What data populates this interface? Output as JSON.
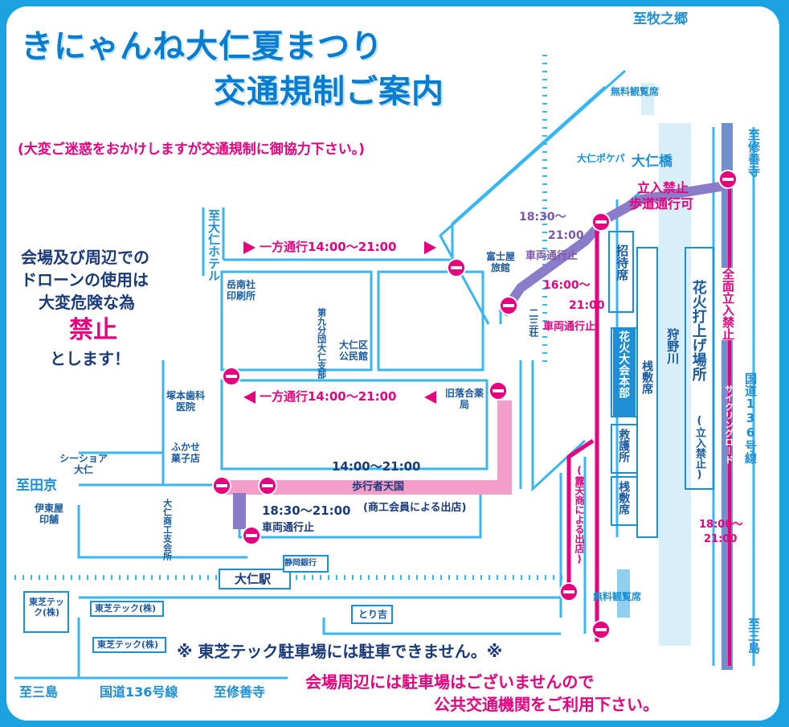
{
  "title_line1": "きにゃんね大仁夏まつり",
  "title_line2": "交通規制ご案内",
  "subtitle": "(大変ご迷惑をおかけしますが交通規制に御協力下さい。)",
  "drone_notice": {
    "line1": "会場及び周辺での",
    "line2": "ドローンの使用は",
    "line3": "大変危険な為",
    "emphasis": "禁止",
    "line4": "とします！"
  },
  "directions": {
    "makinogo": "至牧之郷",
    "shuzenji_right": "至修善寺",
    "mishima_right": "至三島",
    "ohito_hotel": "至大仁ホテル",
    "tagata": "至田京",
    "mishima_bottom": "至三島",
    "shuzenji_bottom": "至修善寺",
    "route136_right": "国道136号線",
    "route136_bottom": "国道136号線"
  },
  "regulations": {
    "oneway_top": "一方通行14:00〜21:00",
    "oneway_mid": "一方通行14:00〜21:00",
    "pedestrian_time": "14:00〜21:00",
    "pedestrian": "歩行者天国",
    "vehicle_time_1": "18:30〜21:00",
    "shop_note": "(商工会員による出店)",
    "vehicle_stop_1": "車両通行止",
    "time_1830": "18:30〜",
    "time_2100_a": "21:00",
    "vehicle_stop_2": "車両通行止",
    "time_1600": "16:00〜",
    "time_2100_b": "21:00",
    "vehicle_stop_3": "車両通行止",
    "no_entry": "立入禁止",
    "sidewalk_ok": "歩道通行可",
    "full_no_entry": "全面立入禁止",
    "time_1800": "18:00〜",
    "time_2100_c": "21:00",
    "stalls": "(露天商による出店)"
  },
  "places": {
    "free_seat_top": "無料観覧席",
    "free_seat_bottom": "無料観覧席",
    "ohito_pokepa": "大仁ポケパ",
    "ohito_bridge": "大仁橋",
    "fujiya": "富士屋旅館",
    "niichisou": "二三荘",
    "shotaiseki": "招待席",
    "honbu": "花火大会本部",
    "sajiki1": "桟敷席",
    "kyugo": "救護所",
    "sajiki2": "桟敷席",
    "kanogawa": "狩野川",
    "launch_site": "花火打上げ場所",
    "launch_no_entry": "(立入禁止)",
    "cycling_road": "サイクリングロード",
    "gakunansha": "岳南社印刷所",
    "daiku_branch": "第九分団大仁支部",
    "ohito_hall": "大仁区公民館",
    "ochiai": "旧落合薬局",
    "tsukamoto": "塚本歯科医院",
    "fukase": "ふかせ菓子店",
    "seashore": "シーショア大仁",
    "itoya": "伊東屋印舗",
    "shokokai": "大仁商工支会所",
    "ohito_station": "大仁駅",
    "shizuoka_bank": "静岡銀行",
    "toshiba1": "東芝テック(株)",
    "toshiba2": "東芝テック(株)",
    "toshiba3": "東芝テック(株)",
    "torikichi": "とり吉"
  },
  "footer": {
    "parking_notice": "※ 東芝テック駐車場には駐車できません。※",
    "parking_line1": "会場周辺には駐車場はございませんので",
    "parking_line2": "公共交通機関をご利用下さい。"
  },
  "colors": {
    "road": "#38b6ef",
    "pedestrian_zone": "#f29ec8",
    "vehicle_stop_zone": "#8a7cc8",
    "no_entry_line": "#e6007e",
    "river": "#d8eef9",
    "frame": "#1aa3e0"
  }
}
